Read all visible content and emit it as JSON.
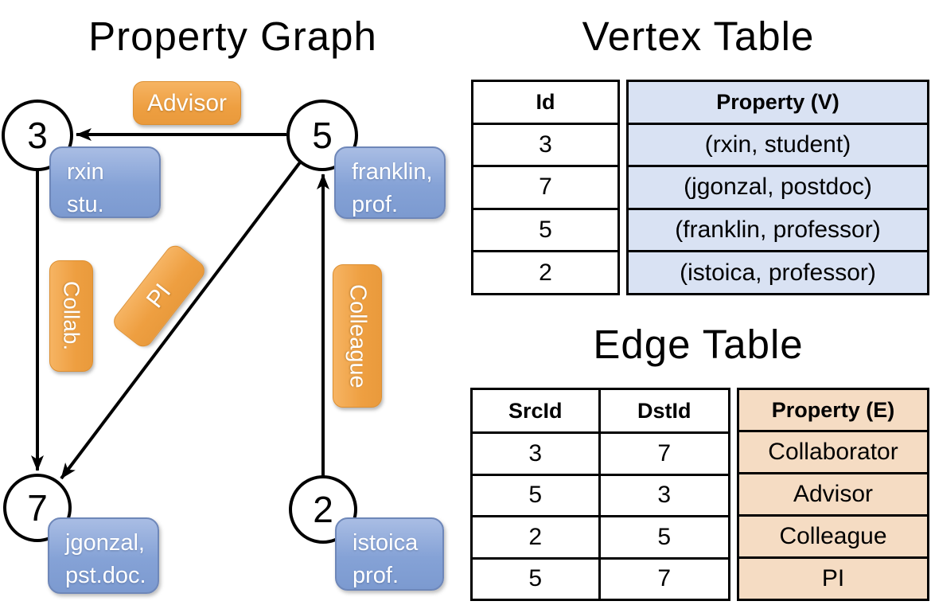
{
  "graph": {
    "title": "Property Graph",
    "nodes": [
      {
        "id": "3",
        "label_lines": [
          "rxin",
          "stu."
        ]
      },
      {
        "id": "5",
        "label_lines": [
          "franklin,",
          "prof."
        ]
      },
      {
        "id": "7",
        "label_lines": [
          "jgonzal,",
          "pst.doc."
        ]
      },
      {
        "id": "2",
        "label_lines": [
          "istoica",
          "prof."
        ]
      }
    ],
    "edges": [
      {
        "from": "5",
        "to": "3",
        "label": "Advisor"
      },
      {
        "from": "3",
        "to": "7",
        "label": "Collab."
      },
      {
        "from": "5",
        "to": "7",
        "label": "PI"
      },
      {
        "from": "2",
        "to": "5",
        "label": "Colleague"
      }
    ]
  },
  "vertex_table": {
    "title": "Vertex Table",
    "columns": [
      "Id",
      "Property (V)"
    ],
    "rows": [
      [
        "3",
        "(rxin, student)"
      ],
      [
        "7",
        "(jgonzal, postdoc)"
      ],
      [
        "5",
        "(franklin, professor)"
      ],
      [
        "2",
        "(istoica, professor)"
      ]
    ]
  },
  "edge_table": {
    "title": "Edge Table",
    "columns": [
      "SrcId",
      "DstId",
      "Property (E)"
    ],
    "rows": [
      [
        "3",
        "7",
        "Collaborator"
      ],
      [
        "5",
        "3",
        "Advisor"
      ],
      [
        "2",
        "5",
        "Colleague"
      ],
      [
        "5",
        "7",
        "PI"
      ]
    ]
  },
  "colors": {
    "edge_accent": "#ea9b3c",
    "vertex_accent": "#7c9ad0",
    "vertex_cell_bg": "#d9e2f3",
    "edge_cell_bg": "#f5dcc3",
    "line": "#000000"
  }
}
